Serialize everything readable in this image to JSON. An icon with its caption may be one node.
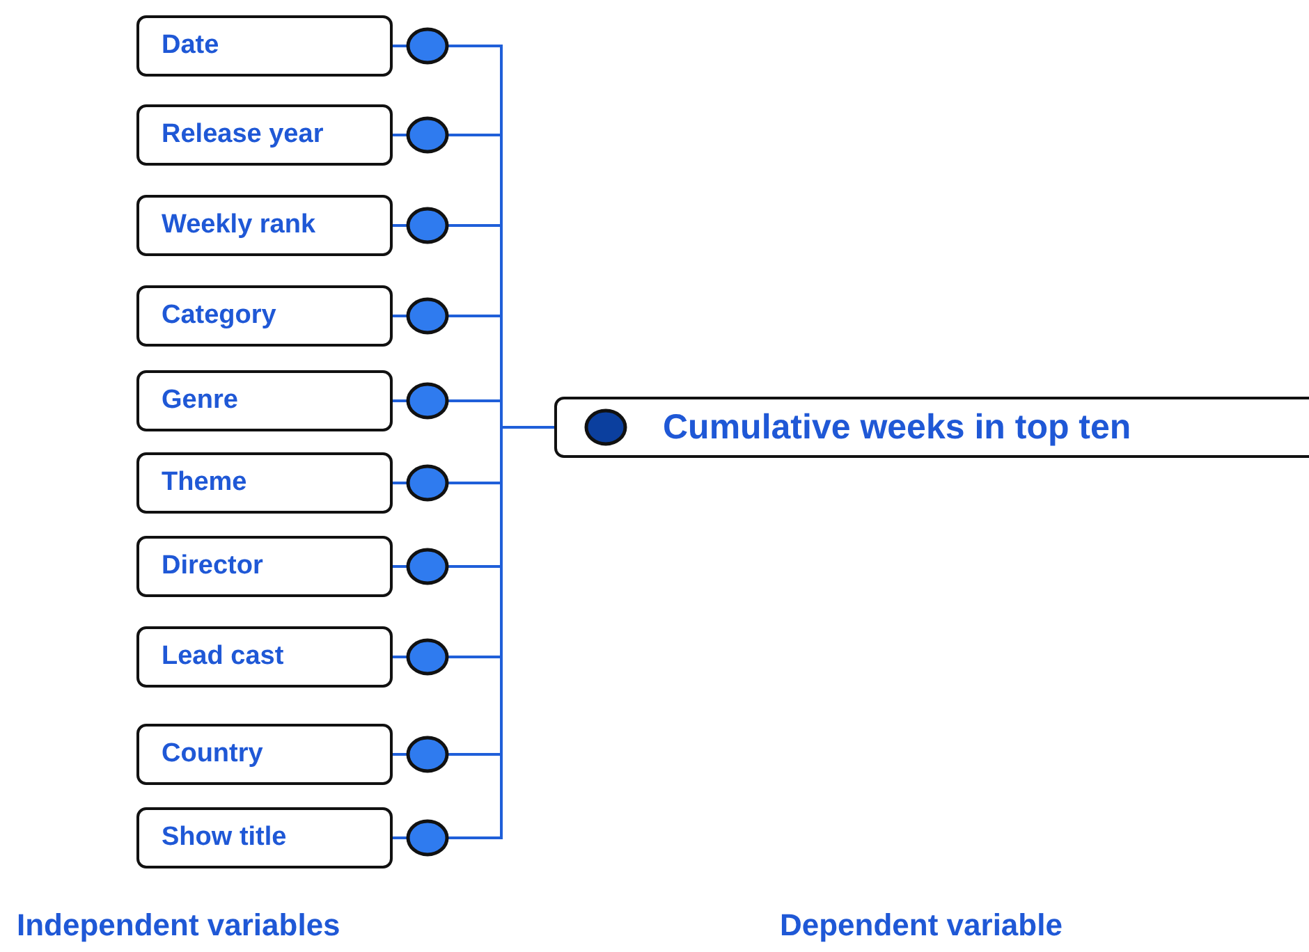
{
  "diagram": {
    "nodes": [
      {
        "text": [
          "Date"
        ]
      },
      {
        "text": [
          "Release year"
        ]
      },
      {
        "text": [
          "Weekly rank"
        ]
      },
      {
        "text": [
          "Category"
        ]
      },
      {
        "text": [
          "Genre"
        ]
      },
      {
        "text": [
          "Theme"
        ]
      },
      {
        "text": [
          "Director"
        ]
      },
      {
        "text": [
          "Lead cast"
        ]
      },
      {
        "text": [
          "Country"
        ]
      },
      {
        "text": [
          "Show title"
        ]
      },
      {
        "text": [
          "Cumulative weeks in top ten"
        ]
      }
    ],
    "edges": [
      {
        "from": 0,
        "to": 10,
        "arrow": "none"
      },
      {
        "from": 1,
        "to": 10,
        "arrow": "none"
      },
      {
        "from": 2,
        "to": 10,
        "arrow": "none"
      },
      {
        "from": 3,
        "to": 10,
        "arrow": "none"
      },
      {
        "from": 4,
        "to": 10,
        "arrow": "none"
      },
      {
        "from": 5,
        "to": 10,
        "arrow": "none"
      },
      {
        "from": 6,
        "to": 10,
        "arrow": "none"
      },
      {
        "from": 7,
        "to": 10,
        "arrow": "none"
      },
      {
        "from": 8,
        "to": 10,
        "arrow": "none"
      },
      {
        "from": 9,
        "to": 10,
        "arrow": "none"
      }
    ],
    "labels": [
      "Independent variables",
      "Dependent variable"
    ]
  }
}
